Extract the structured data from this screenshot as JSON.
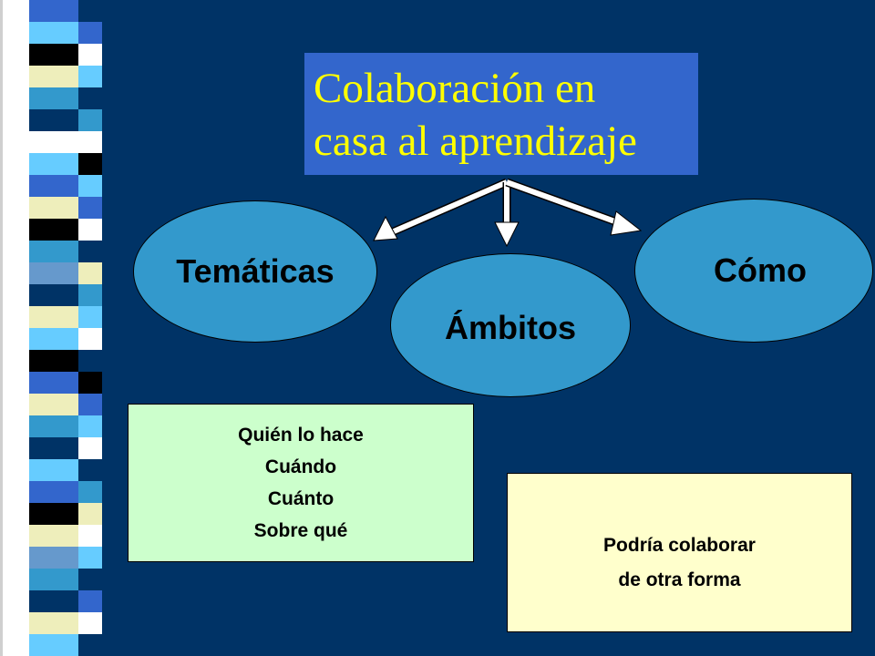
{
  "slide": {
    "title_lines": [
      "Colaboración en",
      "casa al aprendizaje"
    ],
    "nodes": {
      "tematicas": "Temáticas",
      "ambitos": "Ámbitos",
      "como": "Cómo"
    },
    "left_box_lines": [
      "Quién lo hace",
      "Cuándo",
      "Cuánto",
      "Sobre qué"
    ],
    "right_box_lines": [
      "Podría colaborar",
      "de otra forma"
    ]
  },
  "colors": {
    "background": "#003366",
    "title_bg": "#3366cc",
    "title_text": "#ffff00",
    "ellipse_fill": "#3399cc",
    "left_box_fill": "#ccffcc",
    "right_box_fill": "#ffffcc",
    "arrow": "#ffffff"
  }
}
